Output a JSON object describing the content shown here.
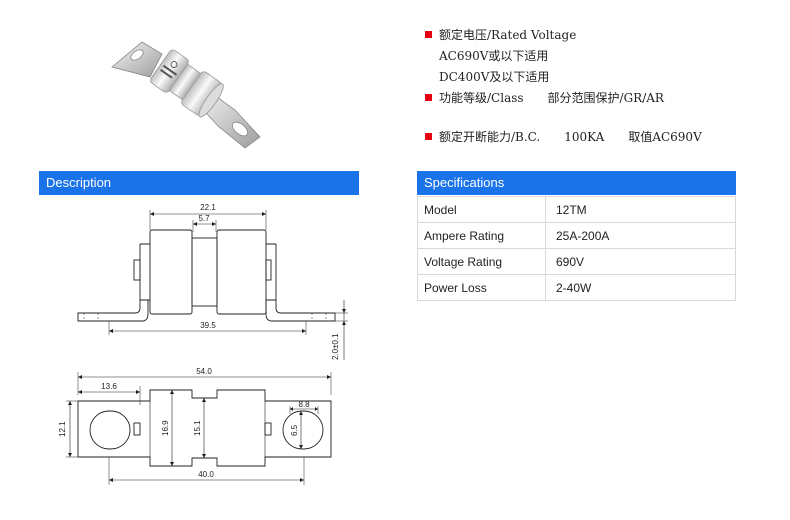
{
  "features": {
    "rated_voltage_label": "额定电压/Rated Voltage",
    "rated_voltage_ac": "AC690V或以下适用",
    "rated_voltage_dc": "DC400V及以下适用",
    "class_label": "功能等级/Class",
    "class_value": "部分范围保护/GR/AR",
    "breaking_label": "额定开断能力/B.C.",
    "breaking_value": "100KA",
    "breaking_note": "取值AC690V"
  },
  "description": {
    "title": "Description"
  },
  "specifications": {
    "title": "Specifications",
    "rows": [
      {
        "label": "Model",
        "value": "12TM"
      },
      {
        "label": "Ampere Rating",
        "value": "25A-200A"
      },
      {
        "label": "Voltage Rating",
        "value": "690V"
      },
      {
        "label": "Power Loss",
        "value": "2-40W"
      }
    ]
  },
  "drawing": {
    "side_view": {
      "overall_body": "22.1",
      "neck": "5.7",
      "tag_span": "39.5",
      "tag_thickness": "2.0±0.1"
    },
    "top_view": {
      "overall_length": "54.0",
      "hole_offset": "13.6",
      "tag_width": "12.1",
      "body_dia": "16.9",
      "neck_dia": "15.1",
      "slot_length": "8.8",
      "slot_width": "6.5",
      "hole_spacing": "40.0"
    }
  },
  "colors": {
    "accent": "#1a73e8",
    "bullet": "#e60012"
  }
}
